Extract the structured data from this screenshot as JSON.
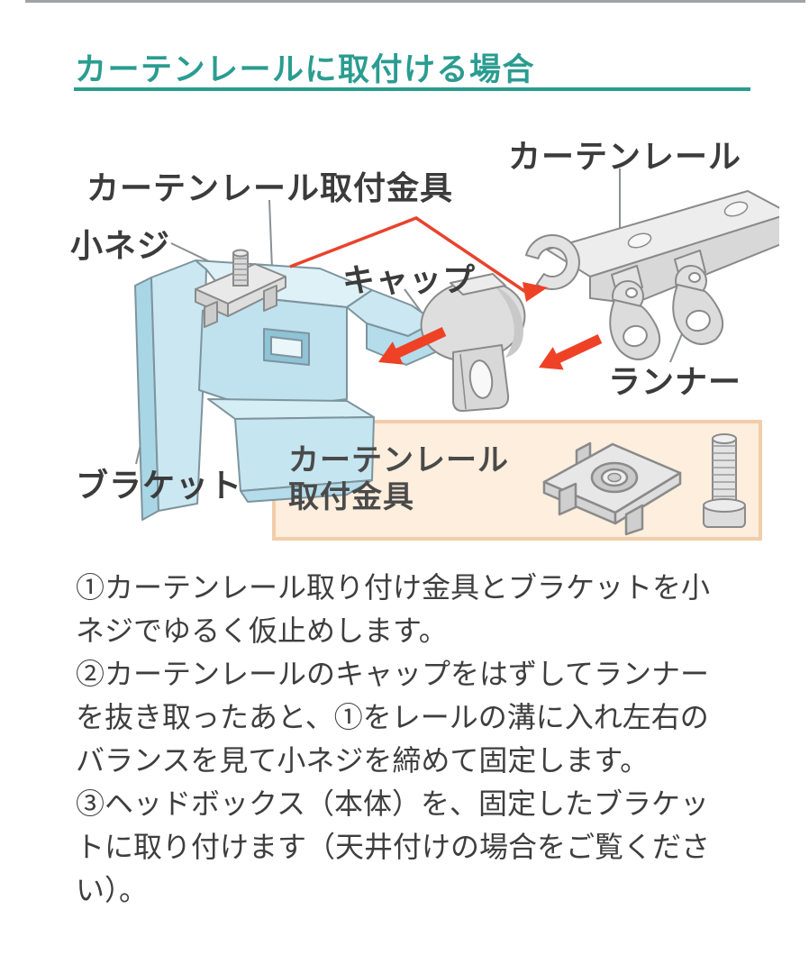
{
  "colors": {
    "accent_teal": "#2a9c90",
    "arrow_red": "#ee4126",
    "bracket_blue": "#c5e5f0",
    "metal_gray": "#dcdcdc",
    "panel_bg": "#fdeedd",
    "panel_border": "#f2cdaa"
  },
  "header": {
    "title": "カーテンレールに取付ける場合"
  },
  "diagram": {
    "labels": {
      "mounting_hardware": "カーテンレール取付金具",
      "curtain_rail": "カーテンレール",
      "small_screw": "小ネジ",
      "cap": "キャップ",
      "runner": "ランナー",
      "bracket": "ブラケット"
    },
    "parts_panel": {
      "title_line1": "カーテンレール",
      "title_line2": "取付金具"
    }
  },
  "instructions": {
    "steps": [
      "①カーテンレール取り付け金具とブラケットを小ネジでゆるく仮止めします。",
      "②カーテンレールのキャップをはずしてランナーを抜き取ったあと、①をレールの溝に入れ左右のバランスを見て小ネジを締めて固定します。",
      "③ヘッドボックス（本体）を、固定したブラケットに取り付けます（天井付けの場合をご覧ください）。"
    ]
  }
}
